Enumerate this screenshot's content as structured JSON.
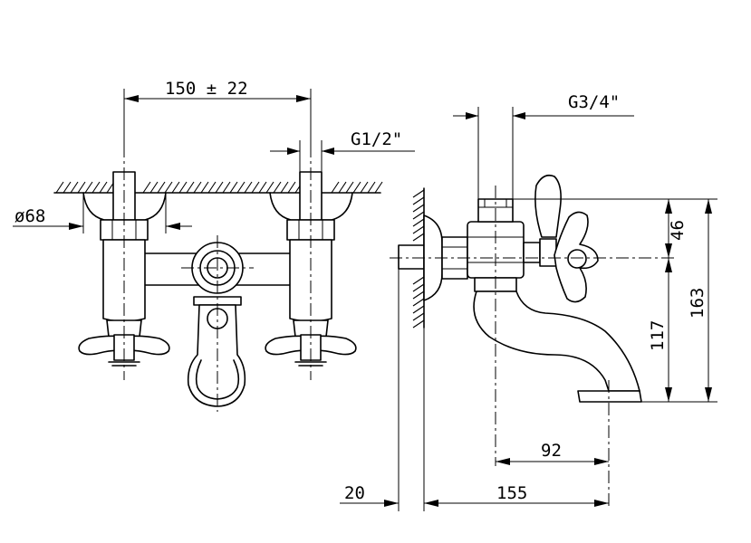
{
  "dimensions": {
    "front_width": "150 ± 22",
    "inlet_thread": "G1/2\"",
    "rosette_diameter": "ø68",
    "outlet_thread": "G3/4\"",
    "handle_height": "46",
    "spout_height": "117",
    "total_height": "163",
    "spout_reach": "92",
    "wall_projection": "155",
    "wall_offset": "20"
  },
  "colors": {
    "line": "#000000",
    "background": "#ffffff"
  }
}
